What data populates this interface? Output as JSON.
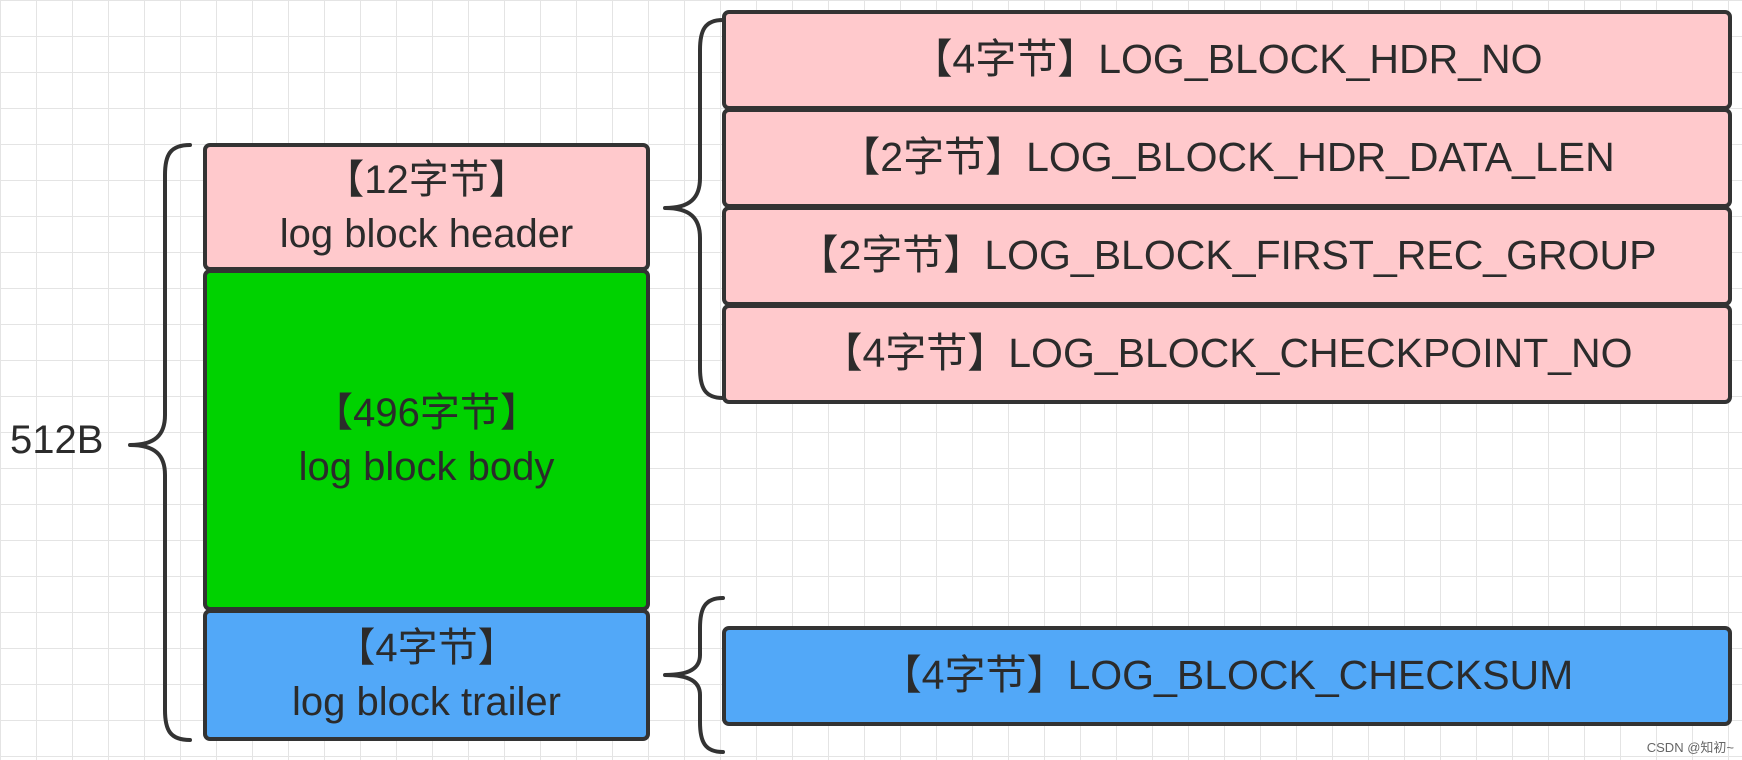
{
  "total": {
    "label": "512B"
  },
  "blocks": [
    {
      "size": "【12字节】",
      "name": "log block header",
      "color": "#ffc9cc"
    },
    {
      "size": "【496字节】",
      "name": "log block body",
      "color": "#00d200"
    },
    {
      "size": "【4字节】",
      "name": "log block trailer",
      "color": "#52a8f8"
    }
  ],
  "header_fields": [
    "【4字节】LOG_BLOCK_HDR_NO",
    "【2字节】LOG_BLOCK_HDR_DATA_LEN",
    "【2字节】LOG_BLOCK_FIRST_REC_GROUP",
    "【4字节】LOG_BLOCK_CHECKPOINT_NO"
  ],
  "trailer_fields": [
    "【4字节】LOG_BLOCK_CHECKSUM"
  ],
  "watermark": "CSDN @知初~"
}
